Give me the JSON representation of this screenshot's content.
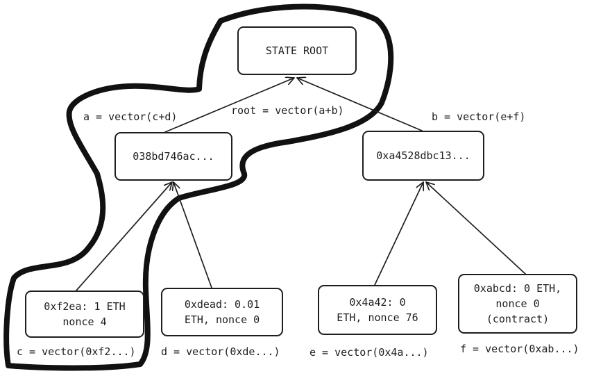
{
  "nodes": {
    "root": {
      "text": "STATE ROOT"
    },
    "a": {
      "text": "038bd746ac..."
    },
    "b": {
      "text": "0xa4528dbc13..."
    },
    "c": {
      "text": "0xf2ea: 1 ETH\nnonce 4"
    },
    "d": {
      "text": "0xdead: 0.01\nETH, nonce 0"
    },
    "e": {
      "text": "0x4a42: 0\nETH, nonce 76"
    },
    "f": {
      "text": "0xabcd: 0 ETH,\nnonce 0\n(contract)"
    }
  },
  "labels": {
    "a": "a = vector(c+d)",
    "root": "root = vector(a+b)",
    "b": "b = vector(e+f)",
    "c": "c = vector(0xf2...)",
    "d": "d = vector(0xde...)",
    "e": "e = vector(0x4a...)",
    "f": "f = vector(0xab...)"
  },
  "colors": {
    "stroke": "#1e1e1e",
    "highlight": "#111111",
    "background": "#ffffff"
  }
}
